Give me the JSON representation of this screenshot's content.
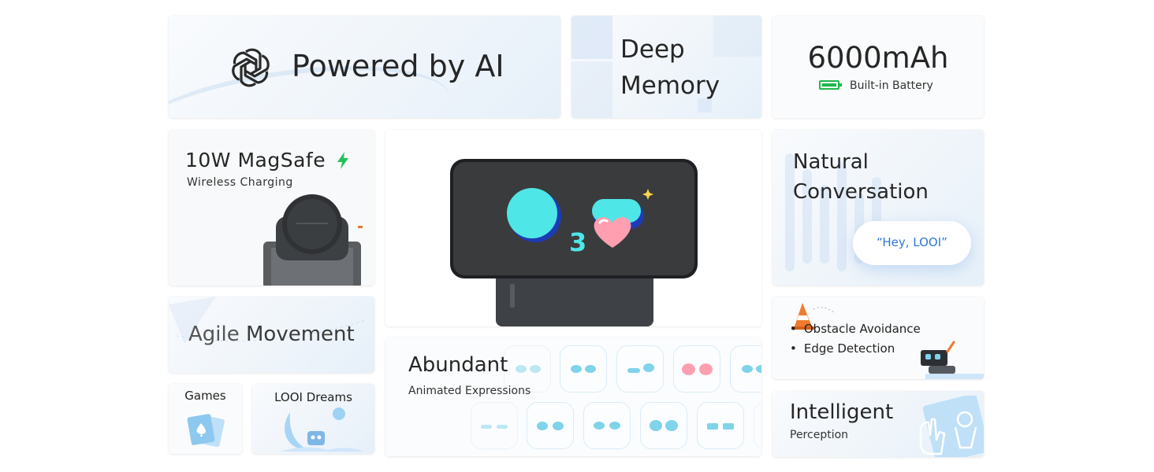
{
  "ai": {
    "title": "Powered by AI"
  },
  "memory": {
    "title": "Deep Memory"
  },
  "battery": {
    "title": "6000mAh",
    "subtitle": "Built-in Battery"
  },
  "magsafe": {
    "title": "10W MagSafe",
    "subtitle": "Wireless Charging"
  },
  "agile": {
    "title_a": "Agile",
    "title_b": " Movement"
  },
  "games": {
    "title": "Games"
  },
  "dreams": {
    "title": "LOOI Dreams"
  },
  "conversation": {
    "title": "Natural Conversation",
    "bubble": "“Hey, LOOI”"
  },
  "obstacle": {
    "items": [
      "Obstacle Avoidance",
      "Edge Detection"
    ]
  },
  "intelligent": {
    "title": "Intelligent",
    "subtitle": "Perception"
  },
  "abundant": {
    "title": "Abundant",
    "subtitle": "Animated Expressions"
  },
  "device": {
    "face_number": "3"
  },
  "colors": {
    "accent": "#4ee6e6",
    "eye_blue": "#1e3bb5",
    "heart": "#ff9fb0",
    "battery_green": "#1fb84a",
    "bolt_green": "#22c25a"
  },
  "icons": [
    "openai-logo-icon",
    "battery-icon",
    "bolt-icon",
    "spade-card-icon",
    "moon-robot-icon",
    "traffic-cone-icon",
    "robot-icon",
    "hand-icon"
  ]
}
